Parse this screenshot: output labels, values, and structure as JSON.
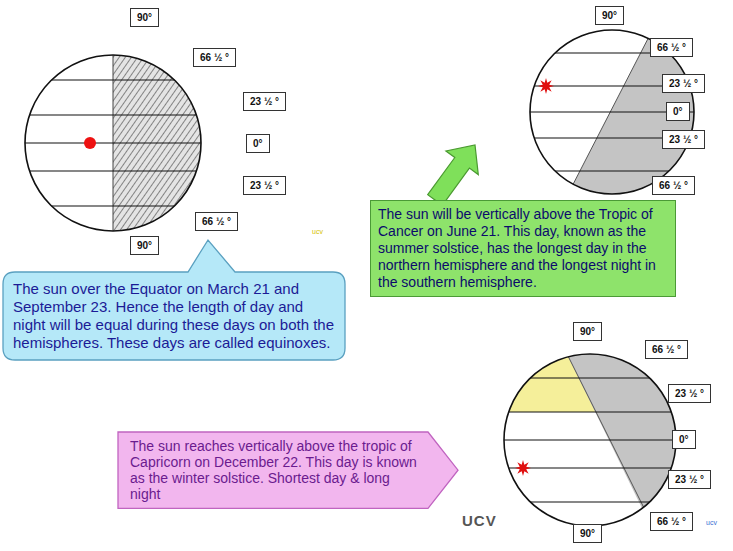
{
  "diagram": {
    "nodes": [
      {
        "text": [
          "90°"
        ]
      },
      {
        "text": [
          "66 ½ °"
        ]
      },
      {
        "text": [
          "23 ½ °"
        ]
      },
      {
        "text": [
          "0°"
        ]
      },
      {
        "text": [
          "23 ½ °"
        ]
      },
      {
        "text": [
          "66 ½ °"
        ]
      },
      {
        "text": [
          "90°"
        ]
      },
      {
        "text": [
          "90°"
        ]
      },
      {
        "text": [
          "66 ½ °"
        ]
      },
      {
        "text": [
          "23 ½ °"
        ]
      },
      {
        "text": [
          "0°"
        ]
      },
      {
        "text": [
          "23 ½ °"
        ]
      },
      {
        "text": [
          "66 ½ °"
        ]
      },
      {
        "text": [
          "The sun will be vertically above the Tropic of Cancer on June 21. This day, known as the summer solstice, has the longest day in the northern hemisphere and the longest night in the southern hemisphere."
        ]
      },
      {
        "text": [
          "The sun over the Equator on March 21 and September 23. Hence the length of day and night will be equal during these days on both the hemispheres. These days are called equinoxes."
        ]
      },
      {
        "text": [
          "90°"
        ]
      },
      {
        "text": [
          "66 ½ °"
        ]
      },
      {
        "text": [
          "23 ½ °"
        ]
      },
      {
        "text": [
          "0°"
        ]
      },
      {
        "text": [
          "23 ½ °"
        ]
      },
      {
        "text": [
          "66 ½ °"
        ]
      },
      {
        "text": [
          "90°"
        ]
      },
      {
        "text": [
          "The sun reaches vertically above the tropic of Capricorn on December 22. This day is known as the winter solstice. Shortest day & long night"
        ]
      }
    ],
    "labels": [
      "ucv",
      "UCV",
      "ucv"
    ]
  }
}
